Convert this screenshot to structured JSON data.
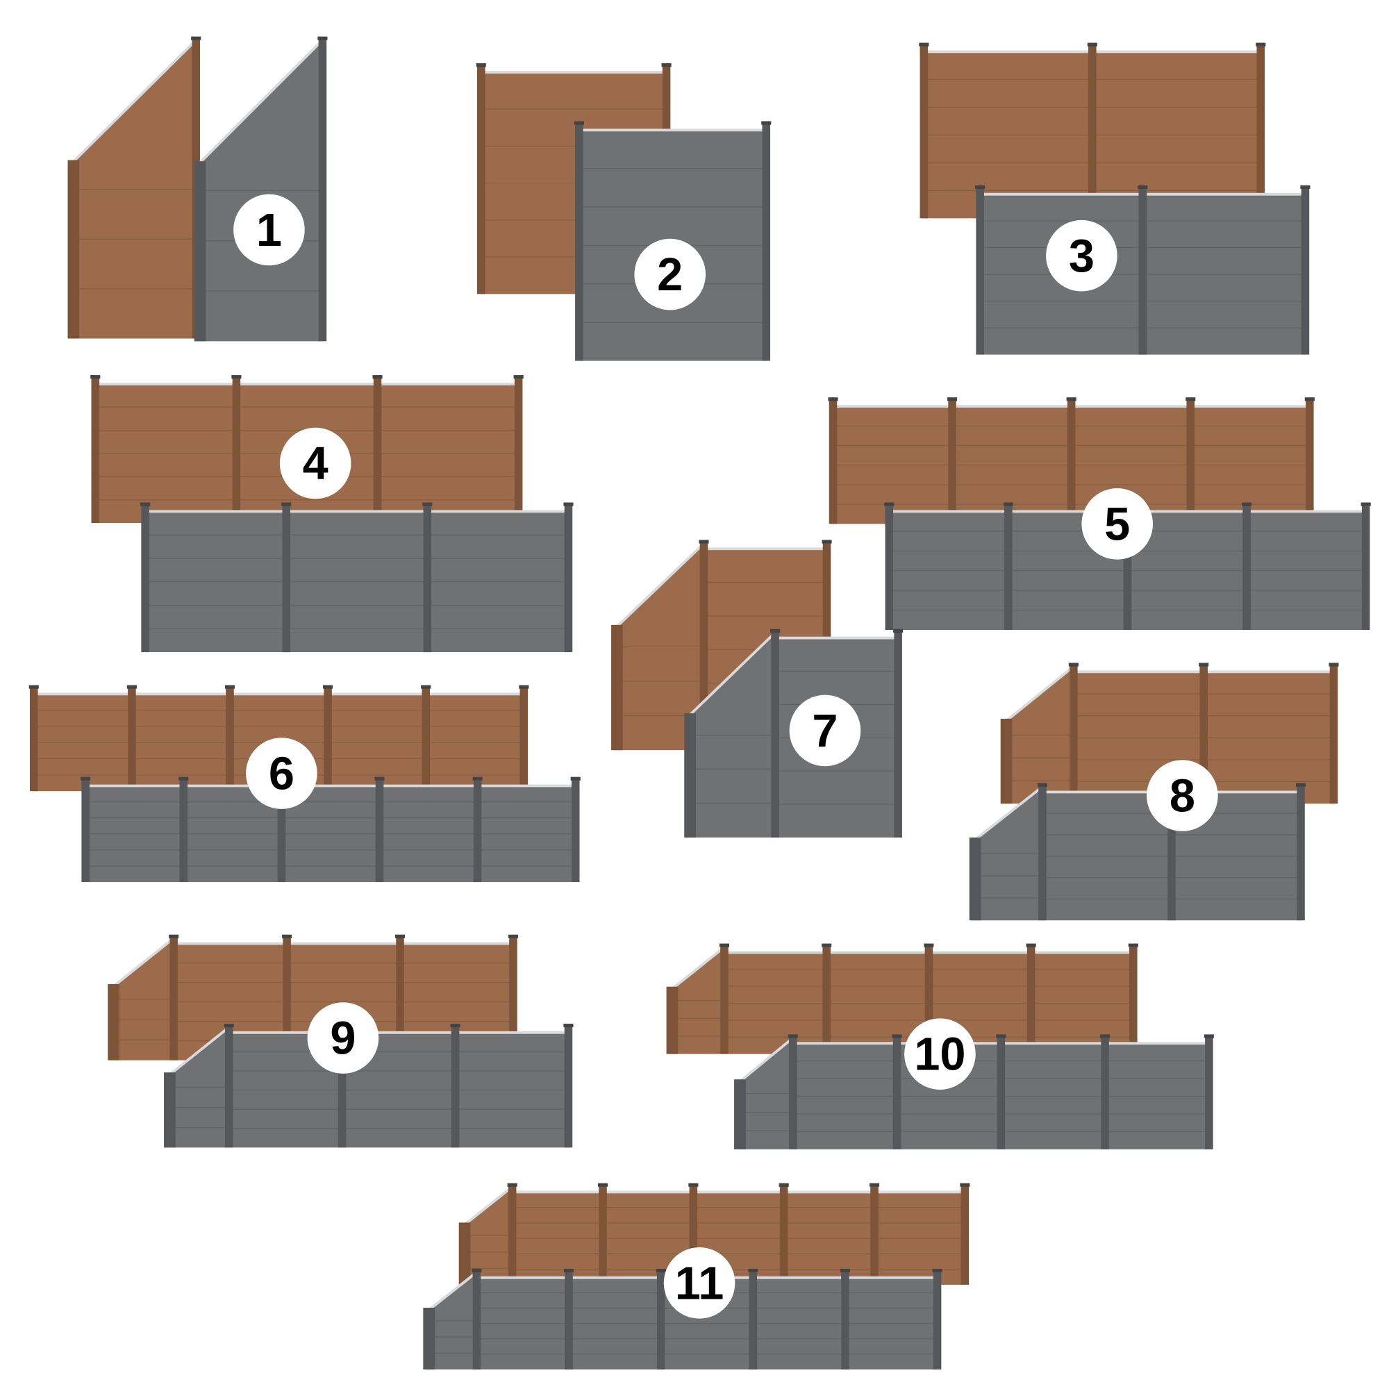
{
  "colors": {
    "brown": "#9b6b4b",
    "brown_post": "#7e5438",
    "grey": "#6f7173",
    "grey_post": "#55575a",
    "cap": "#d9dadb"
  },
  "configurations": [
    {
      "label": "1",
      "panels": 0,
      "slanted": true
    },
    {
      "label": "2",
      "panels": 1,
      "slanted": false
    },
    {
      "label": "3",
      "panels": 2,
      "slanted": false
    },
    {
      "label": "4",
      "panels": 3,
      "slanted": false
    },
    {
      "label": "5",
      "panels": 4,
      "slanted": false
    },
    {
      "label": "6",
      "panels": 5,
      "slanted": false
    },
    {
      "label": "7",
      "panels": 1,
      "slanted": true
    },
    {
      "label": "8",
      "panels": 2,
      "slanted": true
    },
    {
      "label": "9",
      "panels": 3,
      "slanted": true
    },
    {
      "label": "10",
      "panels": 4,
      "slanted": true
    },
    {
      "label": "11",
      "panels": 5,
      "slanted": true
    }
  ]
}
